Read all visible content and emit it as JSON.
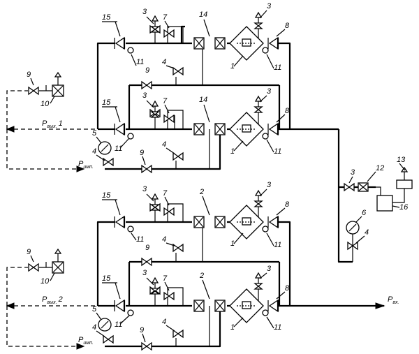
{
  "labels": {
    "p_out_1": "Р",
    "p_out_1_sub": "вых.",
    "p_out_1_num": "1",
    "p_out_2": "Р",
    "p_out_2_sub": "вых.",
    "p_out_2_num": "2",
    "p_imp_1": "Р",
    "p_imp_1_sub": "имп.",
    "p_imp_2": "Р",
    "p_imp_2_sub": "имп.",
    "p_in": "Р",
    "p_in_sub": "вх."
  },
  "callouts": {
    "c1": "1",
    "c2": "2",
    "c3": "3",
    "c4": "4",
    "c5": "5",
    "c6": "6",
    "c7": "7",
    "c8": "8",
    "c9": "9",
    "c10": "10",
    "c11": "11",
    "c12": "12",
    "c13": "13",
    "c14": "14",
    "c15": "15",
    "c16": "16"
  }
}
